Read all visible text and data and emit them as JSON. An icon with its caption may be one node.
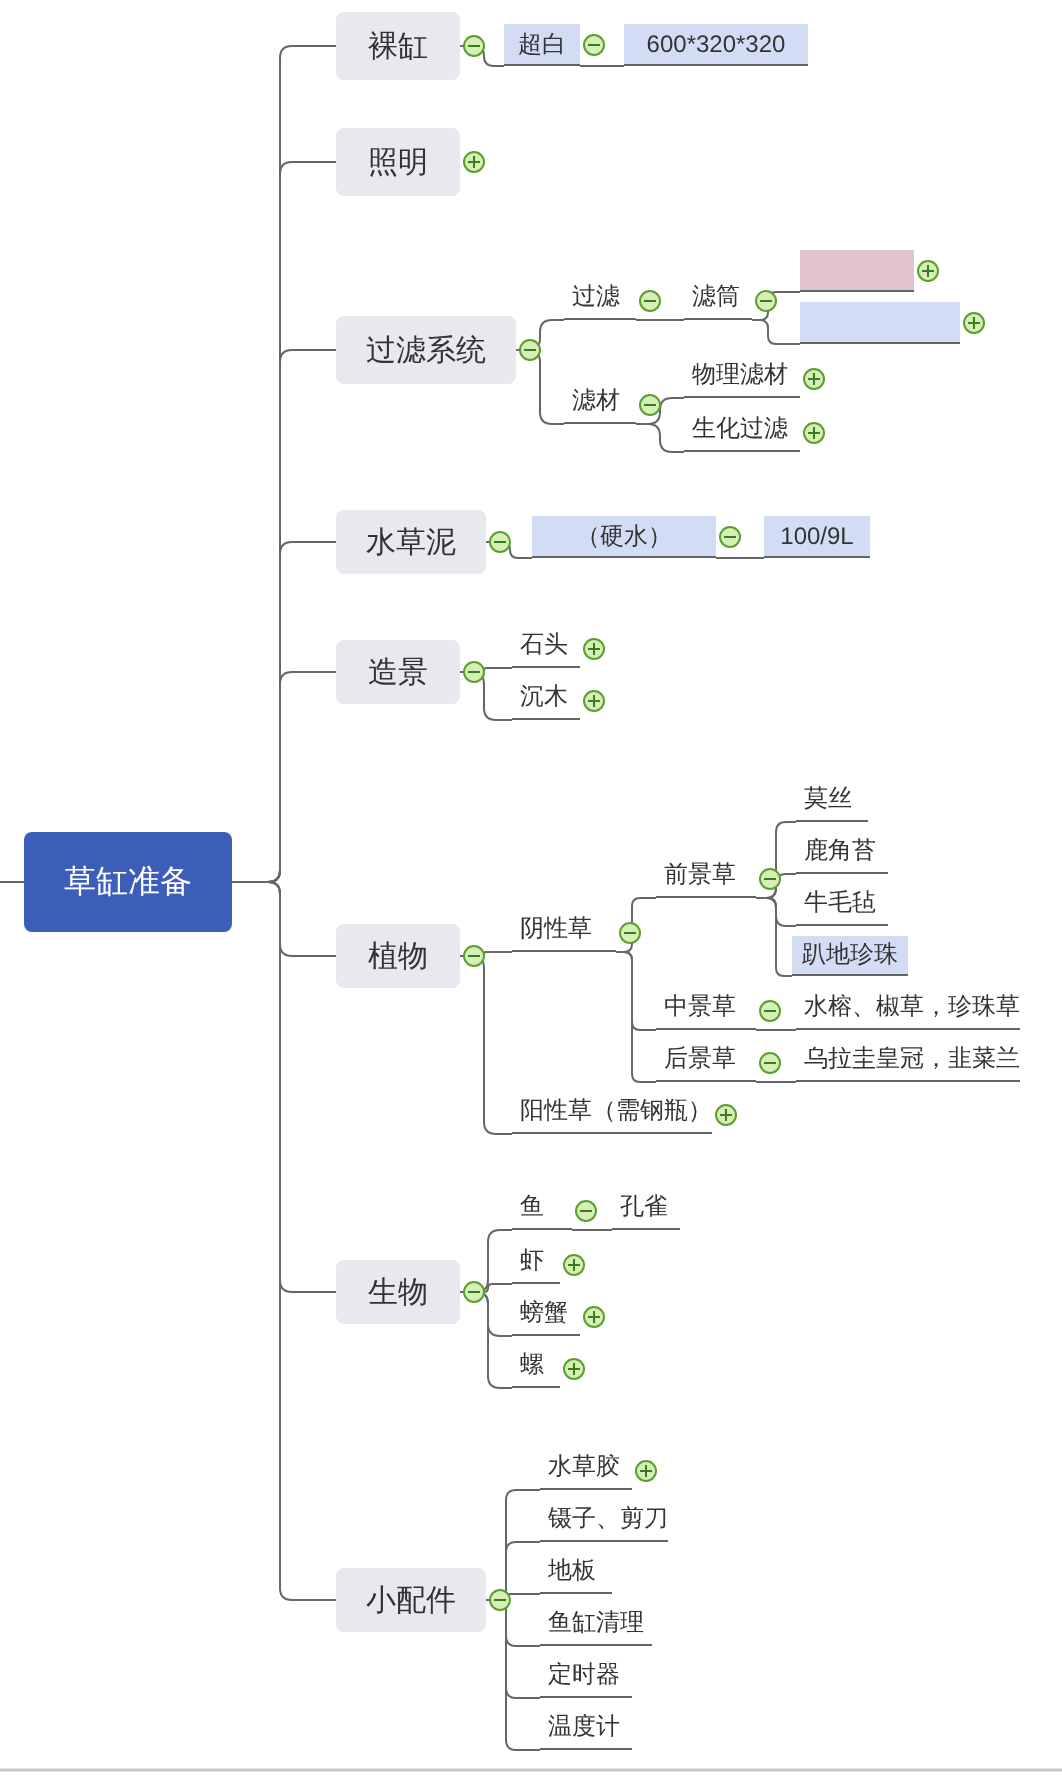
{
  "diagram": {
    "nodes": [
      {
        "text": [
          "草缸准备"
        ]
      },
      {
        "text": [
          "裸缸"
        ]
      },
      {
        "text": [
          "超白"
        ]
      },
      {
        "text": [
          "600*320*320"
        ]
      },
      {
        "text": [
          "照明"
        ]
      },
      {
        "text": [
          "过滤系统"
        ]
      },
      {
        "text": [
          "过滤"
        ]
      },
      {
        "text": [
          "滤筒"
        ]
      },
      {
        "text": [],
        "shape": "box"
      },
      {
        "text": [],
        "shape": "box"
      },
      {
        "text": [
          "滤材"
        ]
      },
      {
        "text": [
          "物理滤材"
        ]
      },
      {
        "text": [
          "生化过滤"
        ]
      },
      {
        "text": [
          "水草泥"
        ]
      },
      {
        "text": [
          "（硬水）"
        ]
      },
      {
        "text": [
          "100/9L"
        ]
      },
      {
        "text": [
          "造景"
        ]
      },
      {
        "text": [
          "石头"
        ]
      },
      {
        "text": [
          "沉木"
        ]
      },
      {
        "text": [
          "植物"
        ]
      },
      {
        "text": [
          "阴性草"
        ]
      },
      {
        "text": [
          "前景草"
        ]
      },
      {
        "text": [
          "莫丝"
        ]
      },
      {
        "text": [
          "鹿角苔"
        ]
      },
      {
        "text": [
          "牛毛毡"
        ]
      },
      {
        "text": [
          "趴地珍珠"
        ]
      },
      {
        "text": [
          "中景草"
        ]
      },
      {
        "text": [
          "水榕、椒草，珍珠草"
        ]
      },
      {
        "text": [
          "后景草"
        ]
      },
      {
        "text": [
          "乌拉圭皇冠，韭菜兰"
        ]
      },
      {
        "text": [
          "阳性草（需钢瓶）"
        ]
      },
      {
        "text": [
          "生物"
        ]
      },
      {
        "text": [
          "鱼"
        ]
      },
      {
        "text": [
          "孔雀"
        ]
      },
      {
        "text": [
          "虾"
        ]
      },
      {
        "text": [
          "螃蟹"
        ]
      },
      {
        "text": [
          "螺"
        ]
      },
      {
        "text": [
          "小配件"
        ]
      },
      {
        "text": [
          "水草胶"
        ]
      },
      {
        "text": [
          "镊子、剪刀"
        ]
      },
      {
        "text": [
          "地板"
        ]
      },
      {
        "text": [
          "鱼缸清理"
        ]
      },
      {
        "text": [
          "定时器"
        ]
      },
      {
        "text": [
          "温度计"
        ]
      }
    ],
    "edges": [
      {
        "from": 0,
        "to": 1,
        "arrow": "none"
      },
      {
        "from": 0,
        "to": 4,
        "arrow": "none"
      },
      {
        "from": 0,
        "to": 5,
        "arrow": "none"
      },
      {
        "from": 0,
        "to": 13,
        "arrow": "none"
      },
      {
        "from": 0,
        "to": 16,
        "arrow": "none"
      },
      {
        "from": 0,
        "to": 19,
        "arrow": "none"
      },
      {
        "from": 0,
        "to": 31,
        "arrow": "none"
      },
      {
        "from": 0,
        "to": 37,
        "arrow": "none"
      },
      {
        "from": 1,
        "to": 2,
        "arrow": "none"
      },
      {
        "from": 2,
        "to": 3,
        "arrow": "none"
      },
      {
        "from": 5,
        "to": 6,
        "arrow": "none"
      },
      {
        "from": 5,
        "to": 10,
        "arrow": "none"
      },
      {
        "from": 6,
        "to": 7,
        "arrow": "none"
      },
      {
        "from": 7,
        "to": 8,
        "arrow": "none"
      },
      {
        "from": 7,
        "to": 9,
        "arrow": "none"
      },
      {
        "from": 10,
        "to": 11,
        "arrow": "none"
      },
      {
        "from": 10,
        "to": 12,
        "arrow": "none"
      },
      {
        "from": 13,
        "to": 14,
        "arrow": "none"
      },
      {
        "from": 14,
        "to": 15,
        "arrow": "none"
      },
      {
        "from": 16,
        "to": 17,
        "arrow": "none"
      },
      {
        "from": 16,
        "to": 18,
        "arrow": "none"
      },
      {
        "from": 19,
        "to": 20,
        "arrow": "none"
      },
      {
        "from": 19,
        "to": 30,
        "arrow": "none"
      },
      {
        "from": 20,
        "to": 21,
        "arrow": "none"
      },
      {
        "from": 20,
        "to": 26,
        "arrow": "none"
      },
      {
        "from": 20,
        "to": 28,
        "arrow": "none"
      },
      {
        "from": 21,
        "to": 22,
        "arrow": "none"
      },
      {
        "from": 21,
        "to": 23,
        "arrow": "none"
      },
      {
        "from": 21,
        "to": 24,
        "arrow": "none"
      },
      {
        "from": 21,
        "to": 25,
        "arrow": "none"
      },
      {
        "from": 26,
        "to": 27,
        "arrow": "none"
      },
      {
        "from": 28,
        "to": 29,
        "arrow": "none"
      },
      {
        "from": 31,
        "to": 32,
        "arrow": "none"
      },
      {
        "from": 31,
        "to": 34,
        "arrow": "none"
      },
      {
        "from": 31,
        "to": 35,
        "arrow": "none"
      },
      {
        "from": 31,
        "to": 36,
        "arrow": "none"
      },
      {
        "from": 32,
        "to": 33,
        "arrow": "none"
      },
      {
        "from": 37,
        "to": 38,
        "arrow": "none"
      },
      {
        "from": 37,
        "to": 39,
        "arrow": "none"
      },
      {
        "from": 37,
        "to": 40,
        "arrow": "none"
      },
      {
        "from": 37,
        "to": 41,
        "arrow": "none"
      },
      {
        "from": 37,
        "to": 42,
        "arrow": "none"
      },
      {
        "from": 37,
        "to": 43,
        "arrow": "none"
      },
      {
        "from": null,
        "to": 0,
        "arrow": "none"
      }
    ]
  }
}
